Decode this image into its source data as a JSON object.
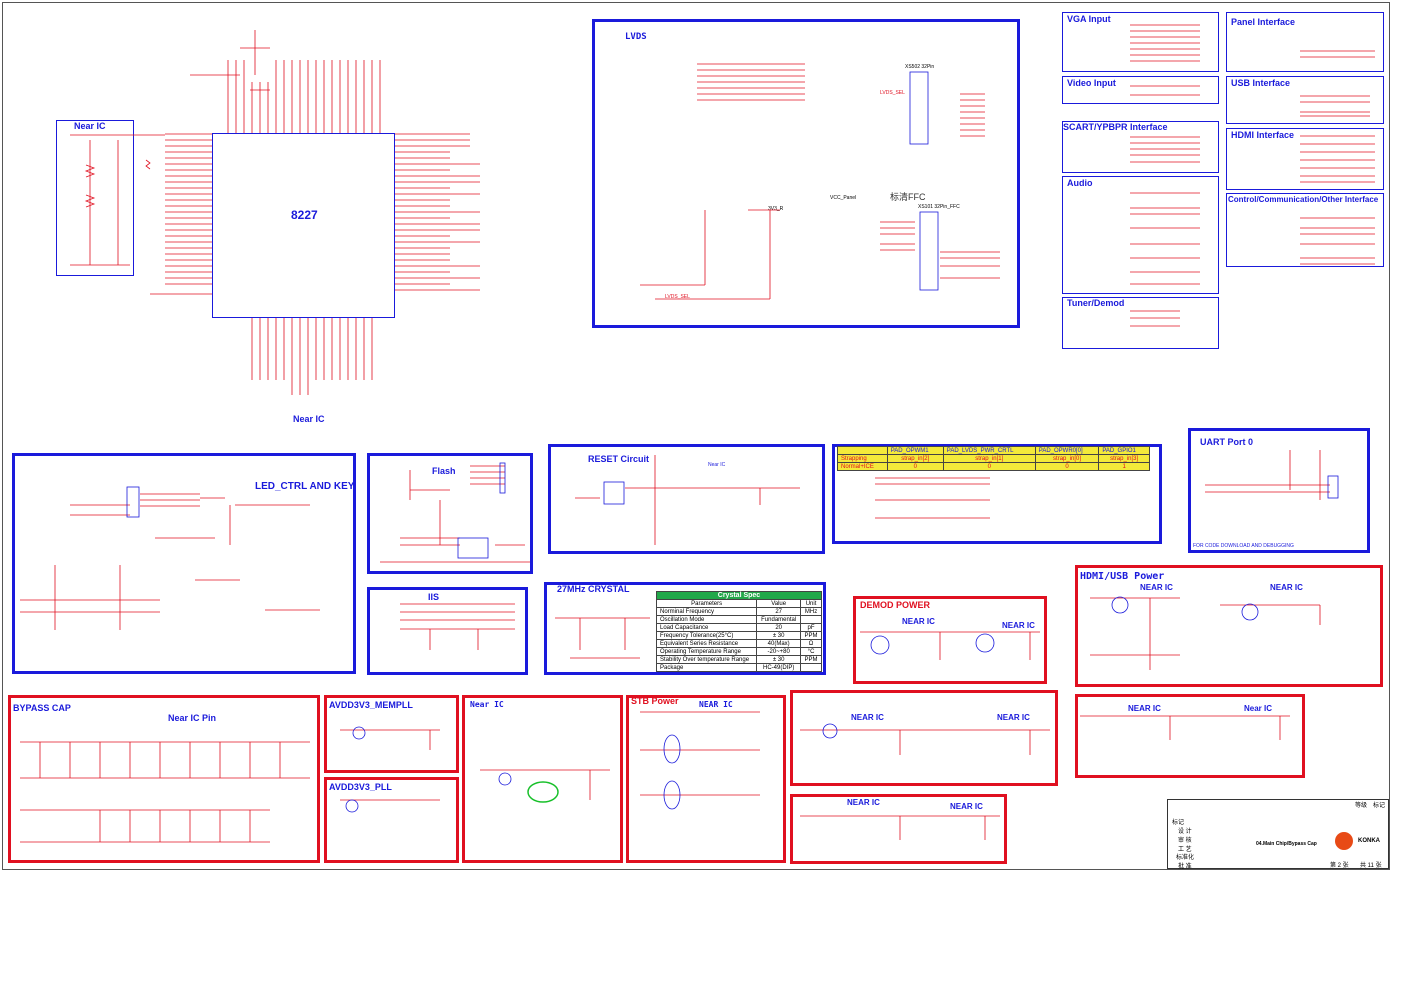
{
  "main_ic": {
    "label": "8227",
    "near_ic_left": "Near IC",
    "near_ic_bottom": "Near IC"
  },
  "lvds": {
    "title": "LVDS",
    "ffc_title": "标清FFC",
    "connector1": "XS502 32Pin",
    "connector2": "XS101 32Pin_FFC",
    "lvds_sel": "LVDS_SEL",
    "vcc_panel": "VCC_Panel",
    "net_3v3": "3V3_R"
  },
  "right_panels": [
    {
      "id": "vga",
      "title": "VGA Input"
    },
    {
      "id": "video",
      "title": "Video Input"
    },
    {
      "id": "scart",
      "title": "SCART/YPBPR Interface"
    },
    {
      "id": "audio",
      "title": "Audio"
    },
    {
      "id": "tuner",
      "title": "Tuner/Demod"
    },
    {
      "id": "panel",
      "title": "Panel  Interface"
    },
    {
      "id": "usb",
      "title": "USB Interface"
    },
    {
      "id": "hdmi",
      "title": "HDMI Interface"
    },
    {
      "id": "control",
      "title": "Control/Communication/Other  Interface"
    }
  ],
  "sections": {
    "led_ctrl": {
      "title": "LED_CTRL AND KEY"
    },
    "flash": {
      "title": "Flash"
    },
    "iis": {
      "title": "IIS"
    },
    "reset": {
      "title": "RESET Circuit",
      "near": "Near IC"
    },
    "crystal": {
      "title": "27MHz CRYSTAL"
    },
    "uart": {
      "title": "UART Port 0",
      "note": "FOR CODE DOWNLOAD AND DEBUGGING"
    },
    "bypass": {
      "title": "BYPASS CAP",
      "subtitle": "Near  IC Pin"
    },
    "avdd_mempll": {
      "title": "AVDD3V3_MEMPLL"
    },
    "avdd_pll": {
      "title": "AVDD3V3_PLL"
    },
    "near_ic_mid": {
      "title": "Near IC"
    },
    "stb_power": {
      "title": "STB Power",
      "near": "NEAR IC"
    },
    "demod_power": {
      "title": "DEMOD POWER",
      "near1": "NEAR IC",
      "near2": "NEAR IC"
    },
    "hdmi_usb_power": {
      "title": "HDMI/USB Power",
      "near1": "NEAR IC",
      "near2": "NEAR IC"
    },
    "near_box1": {
      "near1": "NEAR IC",
      "near2": "NEAR IC"
    },
    "near_box2": {
      "near1": "NEAR IC",
      "near2": "Near IC"
    },
    "near_box3": {
      "near1": "NEAR IC",
      "near2": "NEAR IC"
    }
  },
  "crystal_spec": {
    "title": "Crystal Spec",
    "headers": [
      "Parameters",
      "Value",
      "Unit"
    ],
    "rows": [
      [
        "Norminal Frequency",
        "27",
        "MHz"
      ],
      [
        "Oscillation Mode",
        "Fundamental",
        ""
      ],
      [
        "Load Capacitance",
        "20",
        "pF"
      ],
      [
        "Frequency Tolerance(25°C)",
        "± 30",
        "PPM"
      ],
      [
        "Equivalent Series Resistance",
        "40(Max)",
        "Ω"
      ],
      [
        "Operating Temperature Range",
        "-20~+80",
        "°C"
      ],
      [
        "Stability Over temperature Range",
        "± 30",
        "PPM"
      ],
      [
        "Package",
        "HC-49(DIP)",
        ""
      ]
    ]
  },
  "strap_table": {
    "headers": [
      "",
      "PAD_OPWM1",
      "PAD_LVDS_PWR_CRTL",
      "PAD_OPWR0[0]",
      "PAD_GPIO1"
    ],
    "row1": [
      "Strapping",
      "strap_in[2]",
      "strap_in[1]",
      "strap_in[0]",
      "strap_in[3]"
    ],
    "row2": [
      "Normal+ICE",
      "0",
      "0",
      "0",
      "1"
    ]
  },
  "title_block": {
    "drawing_name": "04.Main Chip/Bypass Cap",
    "company": "KONKA",
    "sheet": "第 2 张",
    "total": "共 11 张",
    "row_labels": [
      "标记",
      "设 计",
      "审 核",
      "工 艺",
      "标准化",
      "批 准"
    ],
    "grade_label": "等级",
    "mark_label": "标记"
  },
  "colors": {
    "blue": "#1a1adb",
    "red": "#e01020",
    "green": "#18c02a",
    "yellow": "#f3ea3a",
    "gray_green": "#22a84a"
  }
}
